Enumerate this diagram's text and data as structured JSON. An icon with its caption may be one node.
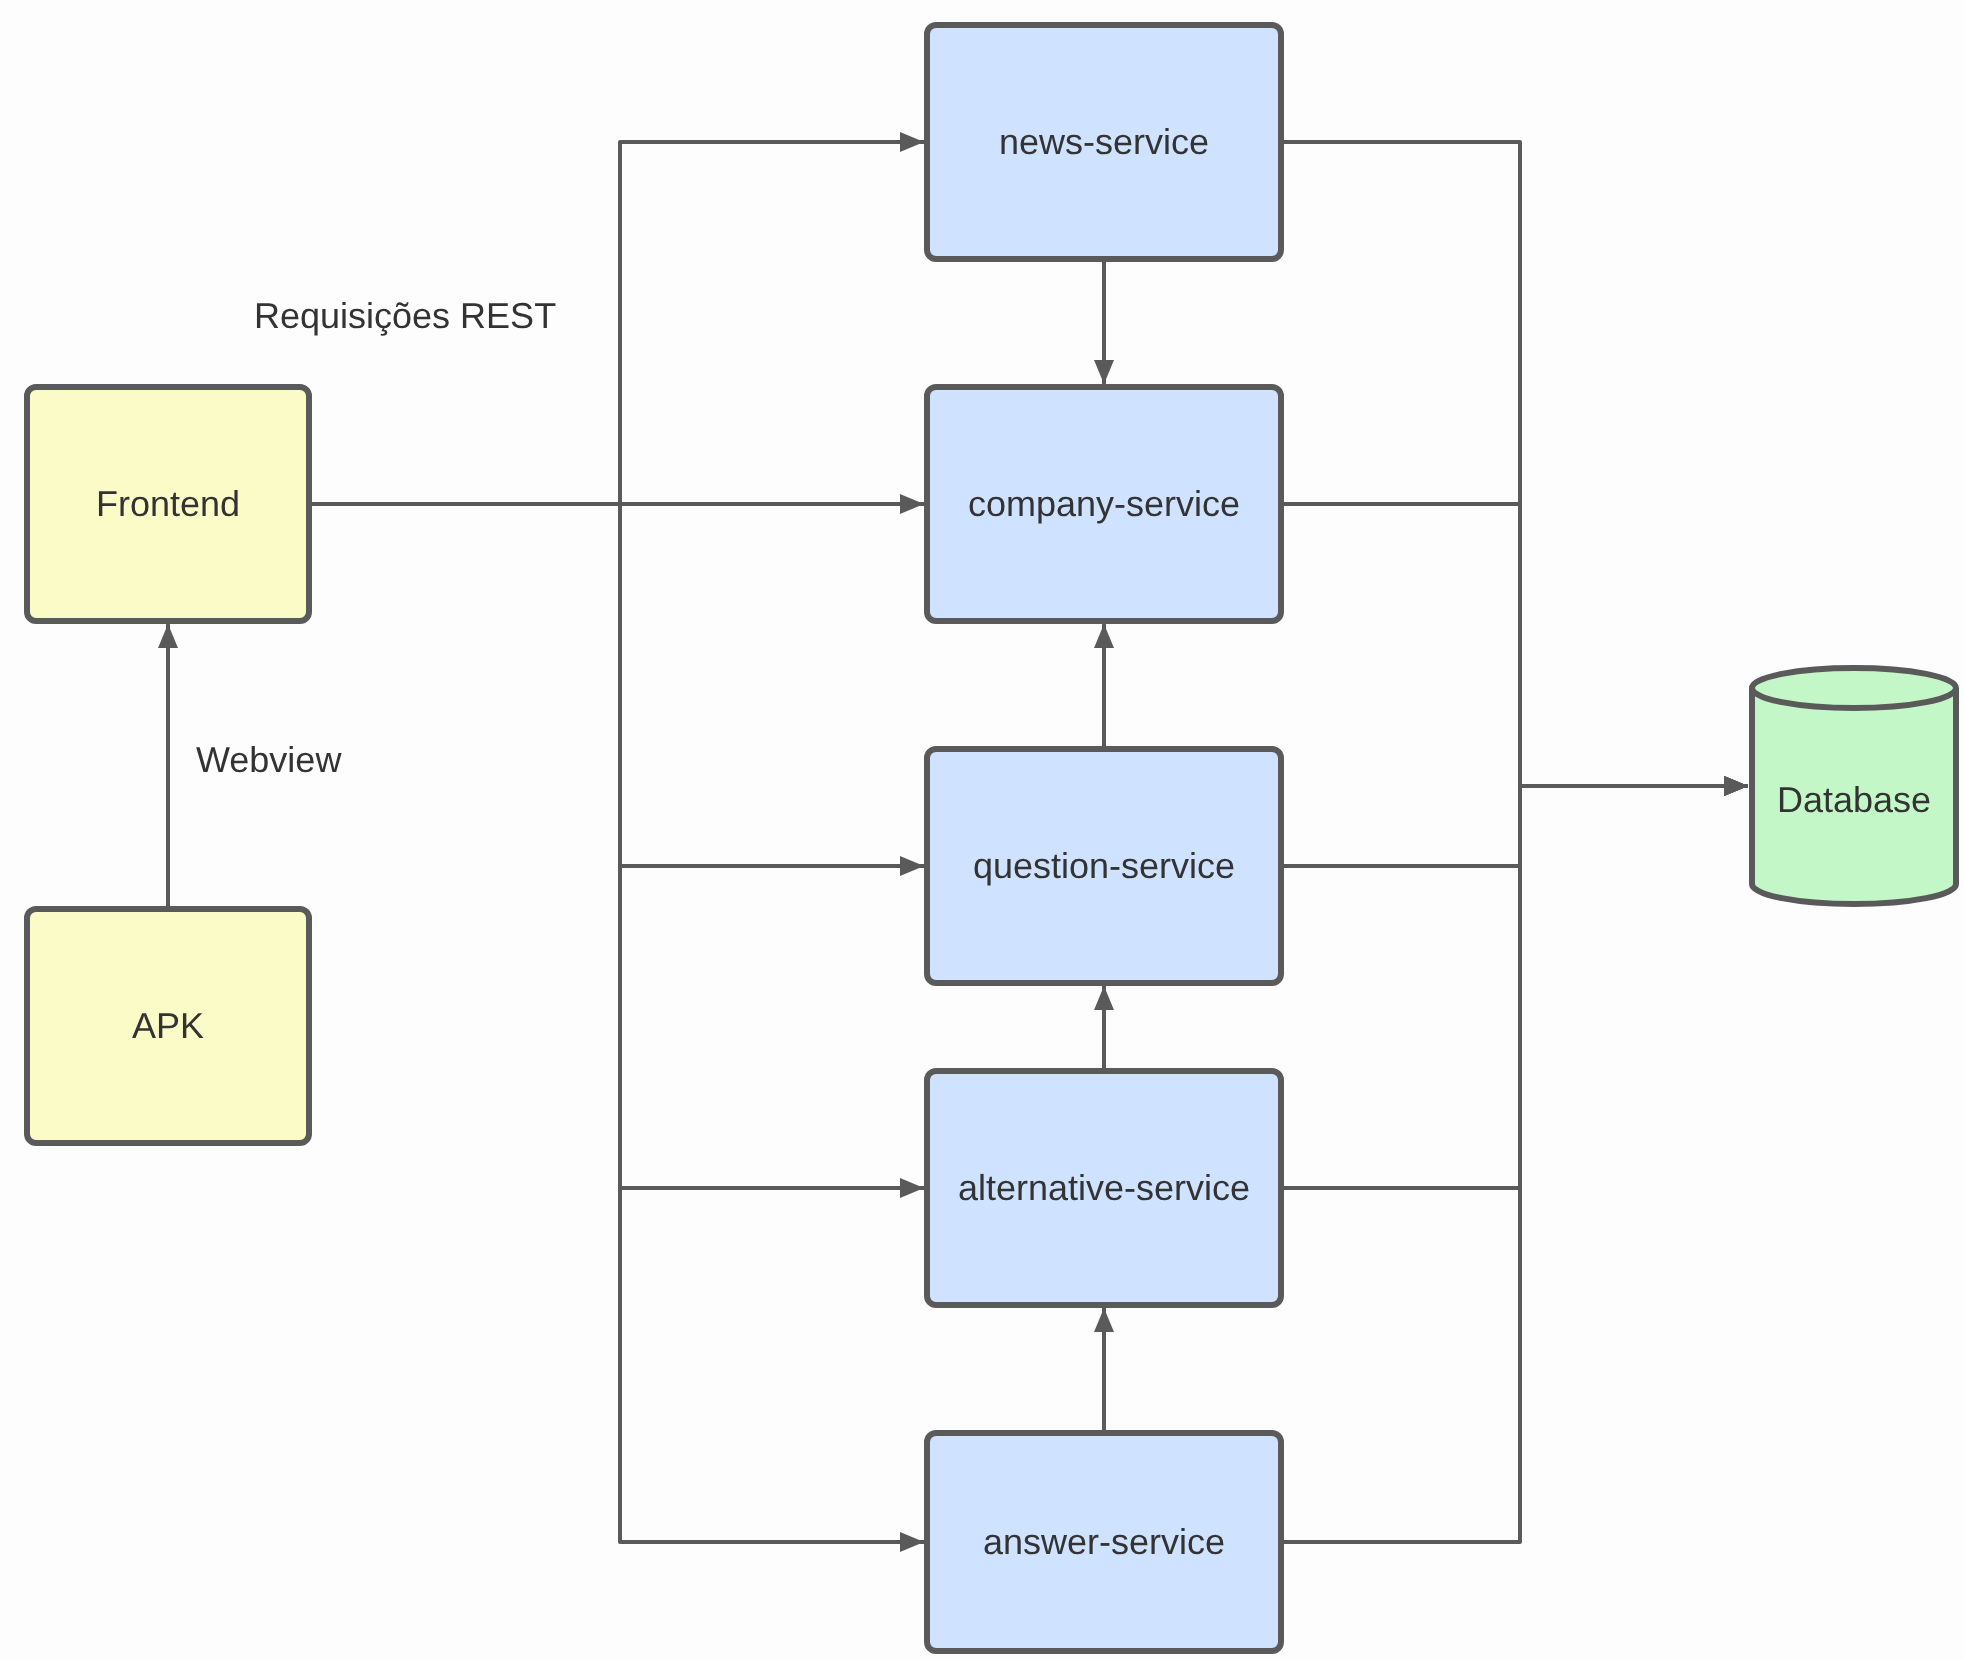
{
  "diagram": {
    "nodes": [
      {
        "text": [
          "Frontend"
        ]
      },
      {
        "text": [
          "APK"
        ]
      },
      {
        "text": [
          "news-service"
        ]
      },
      {
        "text": [
          "company-service"
        ]
      },
      {
        "text": [
          "question-service"
        ]
      },
      {
        "text": [
          "alternative-service"
        ]
      },
      {
        "text": [
          "answer-service"
        ]
      },
      {
        "text": [
          "Database"
        ]
      }
    ],
    "edges": [
      {
        "from": 1,
        "to": 0,
        "arrow": "to",
        "label": "Webview"
      },
      {
        "from": 0,
        "to": 2,
        "arrow": "to"
      },
      {
        "from": 0,
        "to": 3,
        "arrow": "to"
      },
      {
        "from": 0,
        "to": 4,
        "arrow": "to"
      },
      {
        "from": 0,
        "to": 5,
        "arrow": "to"
      },
      {
        "from": 0,
        "to": 6,
        "arrow": "to"
      },
      {
        "from": 2,
        "to": 3,
        "arrow": "to"
      },
      {
        "from": 4,
        "to": 3,
        "arrow": "to"
      },
      {
        "from": 5,
        "to": 4,
        "arrow": "to"
      },
      {
        "from": 6,
        "to": 5,
        "arrow": "to"
      },
      {
        "from": 2,
        "to": 7,
        "arrow": "to"
      },
      {
        "from": 3,
        "to": 7,
        "arrow": "to"
      },
      {
        "from": 4,
        "to": 7,
        "arrow": "to"
      },
      {
        "from": 5,
        "to": 7,
        "arrow": "to"
      },
      {
        "from": 6,
        "to": 7,
        "arrow": "to"
      }
    ],
    "labels": [
      "Requisições REST"
    ]
  }
}
